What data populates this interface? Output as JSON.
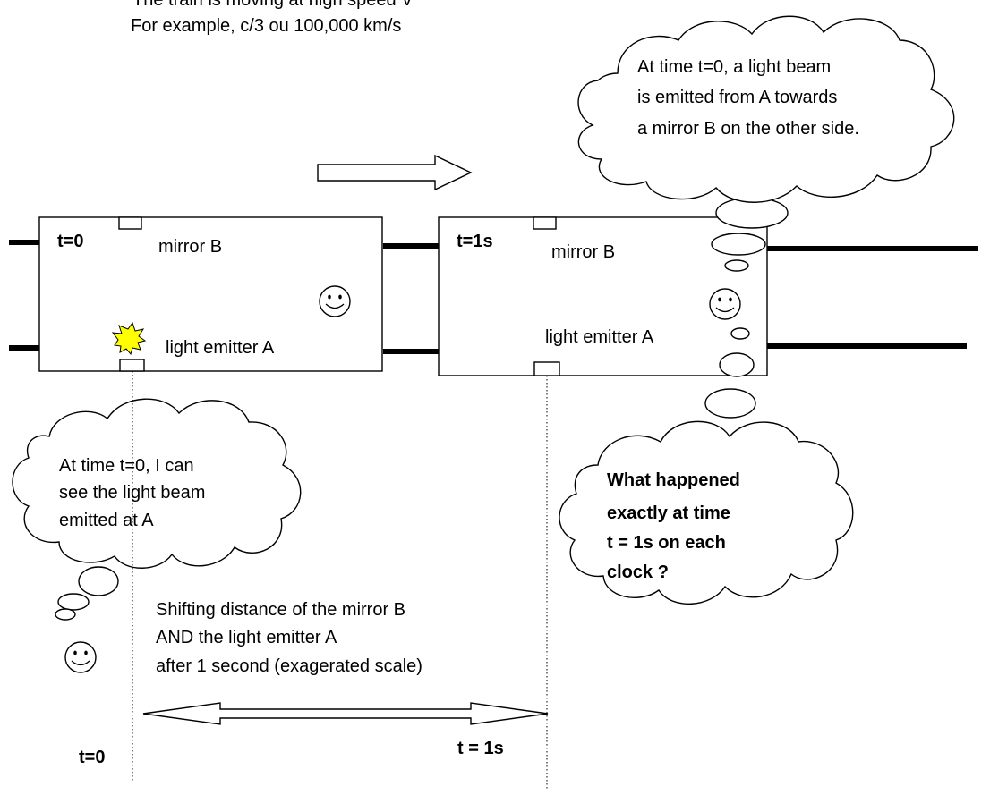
{
  "header": {
    "line1": "The train is moving at high speed V",
    "line2": "For example, c/3 ou 100,000 km/s"
  },
  "train_left": {
    "time_label": "t=0",
    "mirror_label": "mirror B",
    "emitter_label": "light emitter A"
  },
  "train_right": {
    "time_label": "t=1s",
    "mirror_label": "mirror B",
    "emitter_label": "light emitter A"
  },
  "cloud_top": {
    "lines": [
      "At time t=0, a light beam",
      "is emitted from A towards",
      "a mirror B on the other side."
    ]
  },
  "cloud_left": {
    "lines": [
      "At time t=0, I can",
      "see the light beam",
      "emitted at A"
    ]
  },
  "cloud_right": {
    "lines": [
      "What happened",
      "exactly at time",
      "t = 1s on each",
      "clock ?"
    ]
  },
  "shift_note": {
    "lines": [
      "Shifting distance of the mirror B",
      "AND the light emitter A",
      "after 1 second (exagerated scale)"
    ]
  },
  "bottom": {
    "t0_label": "t=0",
    "t1_label": "t = 1s"
  },
  "colors": {
    "flash": "#ffff00",
    "stroke": "#000000",
    "background": "#ffffff"
  },
  "icons": [
    "move-right-arrow-icon",
    "smiley-face-icon",
    "light-flash-icon",
    "double-arrow-icon"
  ]
}
